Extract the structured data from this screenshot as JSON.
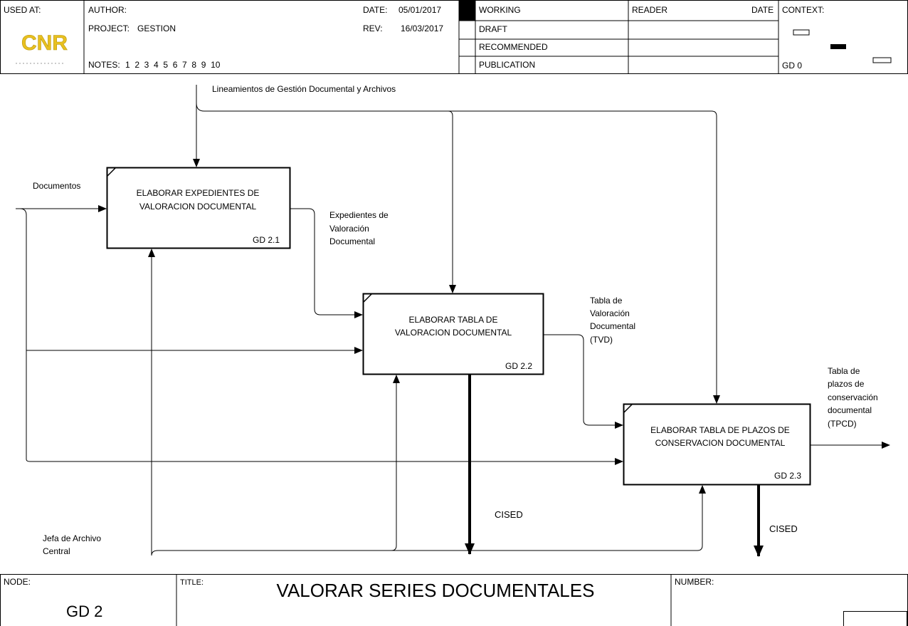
{
  "header": {
    "used_at_label": "USED AT:",
    "logo_text": "CNR",
    "author_label": "AUTHOR:",
    "project_label": "PROJECT:",
    "project_value": "GESTION",
    "notes_label": "NOTES:",
    "notes_value": "1  2  3  4  5  6  7  8  9  10",
    "date_label": "DATE:",
    "date_value": "05/01/2017",
    "rev_label": "REV:",
    "rev_value": "16/03/2017",
    "status": [
      "WORKING",
      "DRAFT",
      "RECOMMENDED",
      "PUBLICATION"
    ],
    "reader_label": "READER",
    "reader_date_label": "DATE",
    "context_label": "CONTEXT:",
    "context_node": "GD 0"
  },
  "diagram": {
    "control_label": "Lineamientos de Gestión Documental y Archivos",
    "input_label": "Documentos",
    "mechanism_label": [
      "Jefa de Archivo",
      "Central"
    ],
    "activities": [
      {
        "title": [
          "ELABORAR EXPEDIENTES DE",
          "VALORACION DOCUMENTAL"
        ],
        "id": "GD 2.1"
      },
      {
        "title": [
          "ELABORAR TABLA DE",
          "VALORACION DOCUMENTAL"
        ],
        "id": "GD 2.2"
      },
      {
        "title": [
          "ELABORAR TABLA DE PLAZOS DE",
          "CONSERVACION DOCUMENTAL"
        ],
        "id": "GD 2.3"
      }
    ],
    "output1_label": [
      "Expedientes de",
      "Valoración",
      "Documental"
    ],
    "output2_label": [
      "Tabla de",
      "Valoración",
      "Documental",
      "(TVD)"
    ],
    "output3_label": [
      "Tabla de",
      "plazos de",
      "conservación",
      "documental",
      "(TPCD)"
    ],
    "call_label_1": "CISED",
    "call_label_2": "CISED"
  },
  "footer": {
    "node_label": "NODE:",
    "node_value": "GD 2",
    "title_label": "TITLE:",
    "title_value": "VALORAR SERIES DOCUMENTALES",
    "number_label": "NUMBER:"
  }
}
